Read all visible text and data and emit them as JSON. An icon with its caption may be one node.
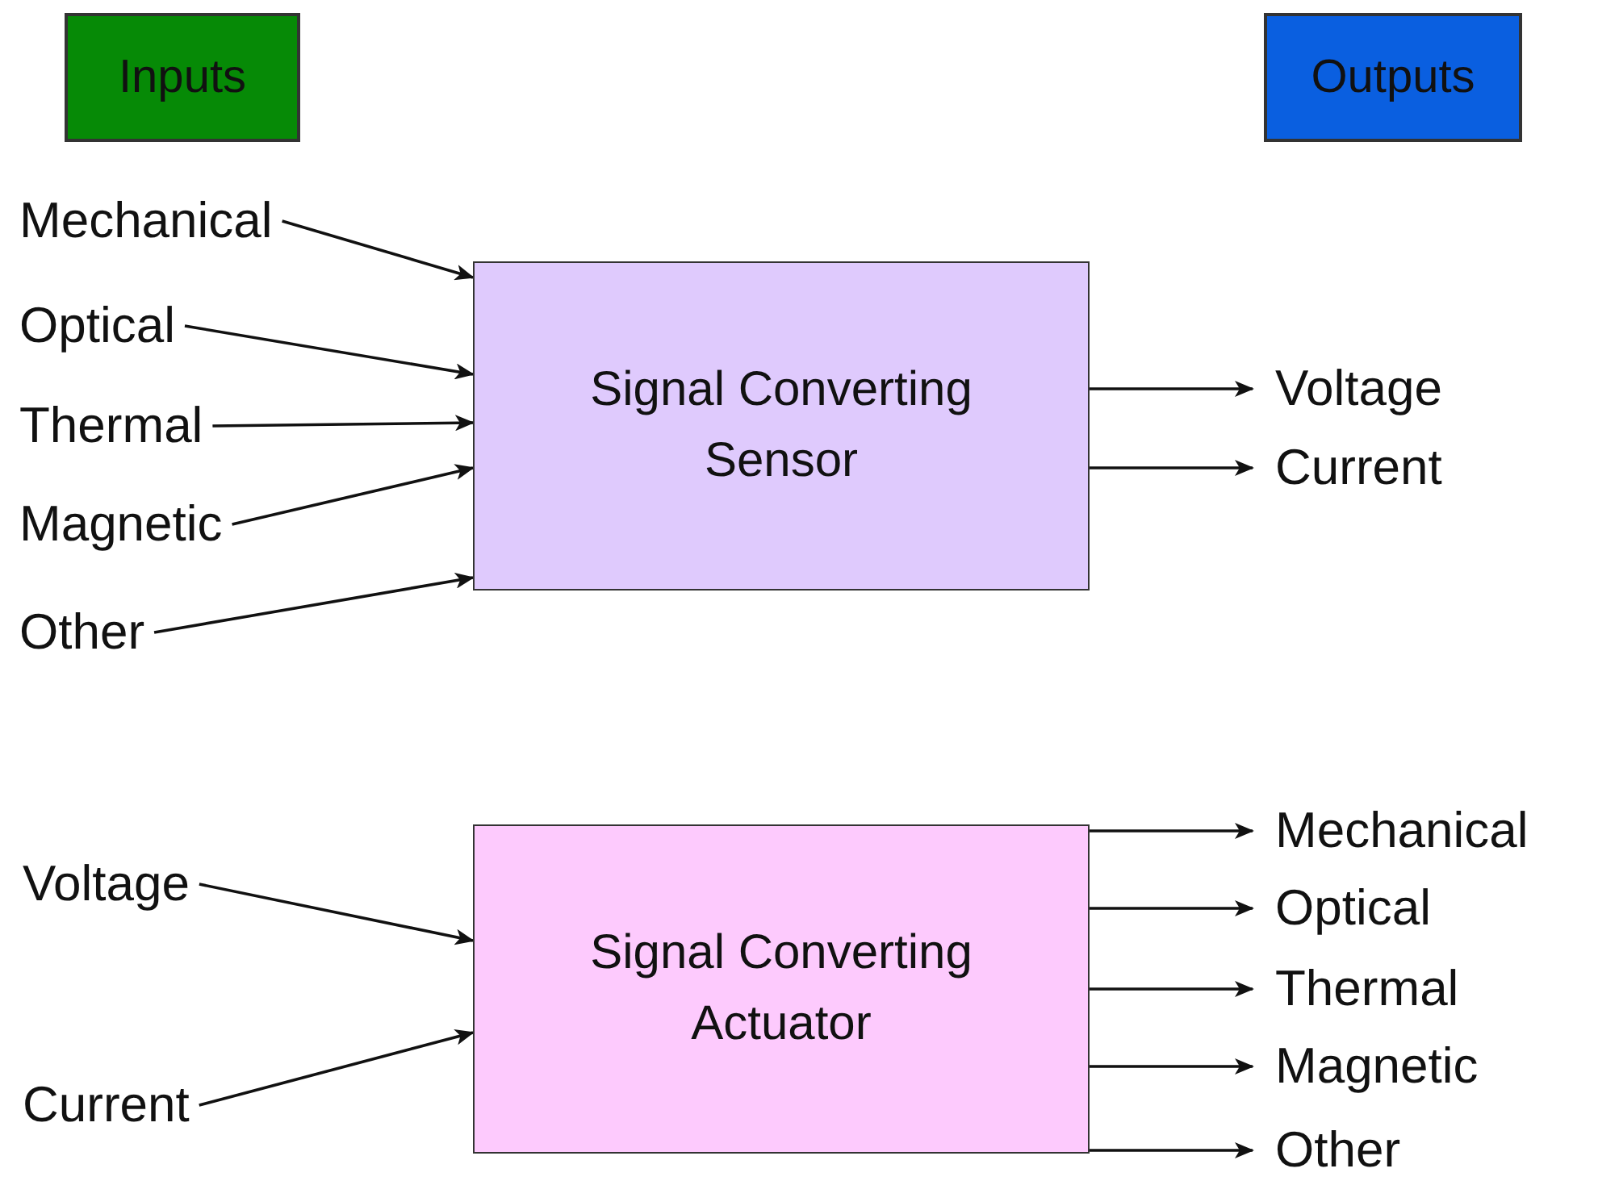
{
  "diagram": {
    "nodes": [
      {
        "text": [
          "Inputs"
        ]
      },
      {
        "text": [
          "Outputs"
        ]
      },
      {
        "text": [
          "Mechanical"
        ]
      },
      {
        "text": [
          "Optical"
        ]
      },
      {
        "text": [
          "Thermal"
        ]
      },
      {
        "text": [
          "Magnetic"
        ]
      },
      {
        "text": [
          "Other"
        ]
      },
      {
        "text": [
          "Signal Converting Sensor"
        ]
      },
      {
        "text": [
          "Voltage"
        ]
      },
      {
        "text": [
          "Current"
        ]
      },
      {
        "text": [
          "Voltage"
        ]
      },
      {
        "text": [
          "Current"
        ]
      },
      {
        "text": [
          "Signal Converting Actuator"
        ]
      },
      {
        "text": [
          "Mechanical"
        ]
      },
      {
        "text": [
          "Optical"
        ]
      },
      {
        "text": [
          "Thermal"
        ]
      },
      {
        "text": [
          "Magnetic"
        ]
      },
      {
        "text": [
          "Other"
        ]
      }
    ],
    "edges": [
      {
        "from": 2,
        "to": 7,
        "arrow": "to"
      },
      {
        "from": 3,
        "to": 7,
        "arrow": "to"
      },
      {
        "from": 4,
        "to": 7,
        "arrow": "to"
      },
      {
        "from": 5,
        "to": 7,
        "arrow": "to"
      },
      {
        "from": 6,
        "to": 7,
        "arrow": "to"
      },
      {
        "from": 7,
        "to": 8,
        "arrow": "to"
      },
      {
        "from": 7,
        "to": 9,
        "arrow": "to"
      },
      {
        "from": 10,
        "to": 12,
        "arrow": "to"
      },
      {
        "from": 11,
        "to": 12,
        "arrow": "to"
      },
      {
        "from": 12,
        "to": 13,
        "arrow": "to"
      },
      {
        "from": 12,
        "to": 14,
        "arrow": "to"
      },
      {
        "from": 12,
        "to": 15,
        "arrow": "to"
      },
      {
        "from": 12,
        "to": 16,
        "arrow": "to"
      },
      {
        "from": 12,
        "to": 17,
        "arrow": "to"
      }
    ]
  }
}
